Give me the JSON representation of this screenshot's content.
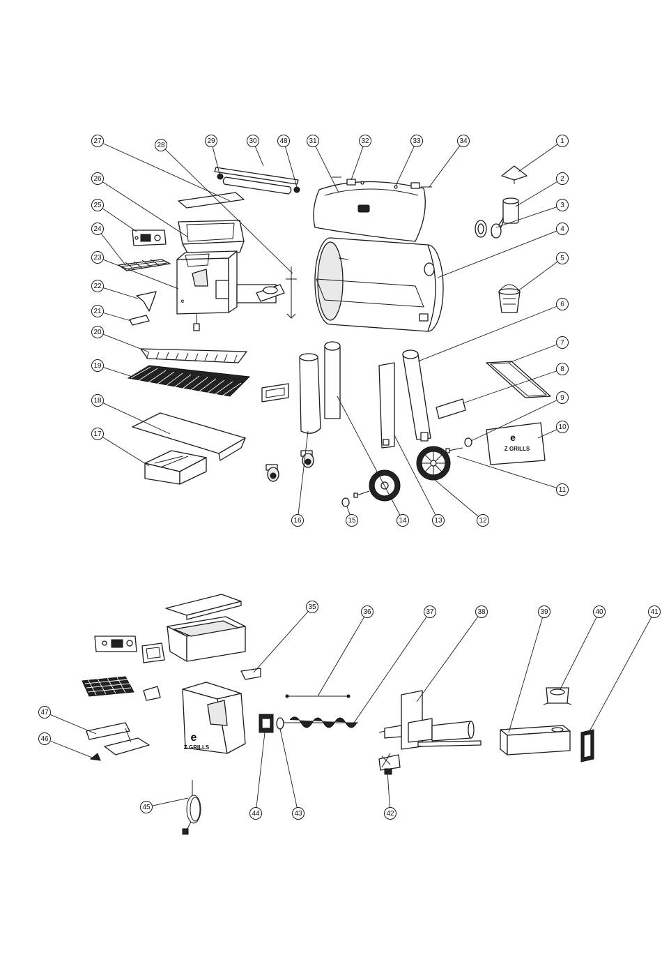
{
  "diagram": {
    "top_callouts": [
      "1",
      "2",
      "3",
      "4",
      "5",
      "6",
      "7",
      "8",
      "9",
      "10",
      "11",
      "12",
      "13",
      "14",
      "15",
      "16",
      "17",
      "18",
      "19",
      "20",
      "21",
      "22",
      "23",
      "24",
      "25",
      "26",
      "27",
      "28",
      "29",
      "30",
      "31",
      "32",
      "33",
      "34",
      "48"
    ],
    "bottom_callouts": [
      "35",
      "36",
      "37",
      "38",
      "39",
      "40",
      "41",
      "42",
      "43",
      "44",
      "45",
      "46",
      "47"
    ],
    "brand_labels": {
      "side_panel_label": "Z GRILLS",
      "hopper_label": "Z GRILLS"
    }
  }
}
